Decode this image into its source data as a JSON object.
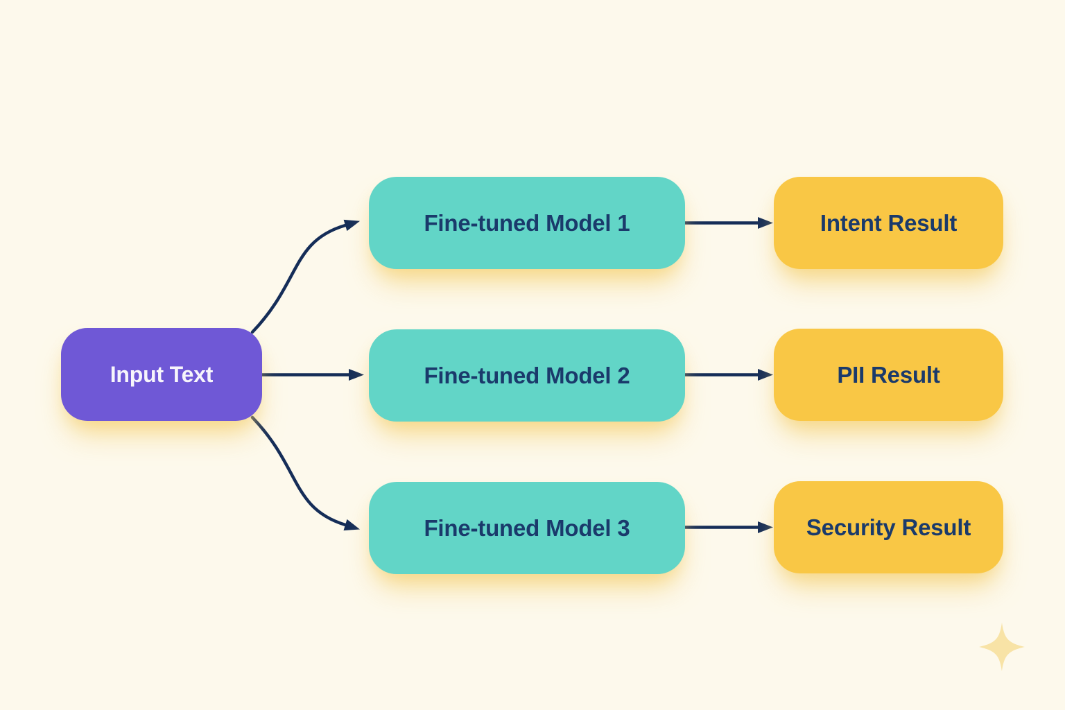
{
  "colors": {
    "bg": "#FDF9EC",
    "purple": "#6F58D6",
    "teal": "#62D5C7",
    "yellow": "#F9C745",
    "navy": "#1A3A6B",
    "arrow": "#152D58",
    "white-text": "#F7F5FB",
    "sparkle": "#F8E3A6",
    "glow": "rgba(244, 206, 104, 0.65)"
  },
  "diagram": {
    "input": {
      "label": "Input Text"
    },
    "models": [
      {
        "label": "Fine-tuned Model 1"
      },
      {
        "label": "Fine-tuned Model 2"
      },
      {
        "label": "Fine-tuned Model 3"
      }
    ],
    "results": [
      {
        "label": "Intent Result"
      },
      {
        "label": "PII Result"
      },
      {
        "label": "Security Result"
      }
    ]
  }
}
